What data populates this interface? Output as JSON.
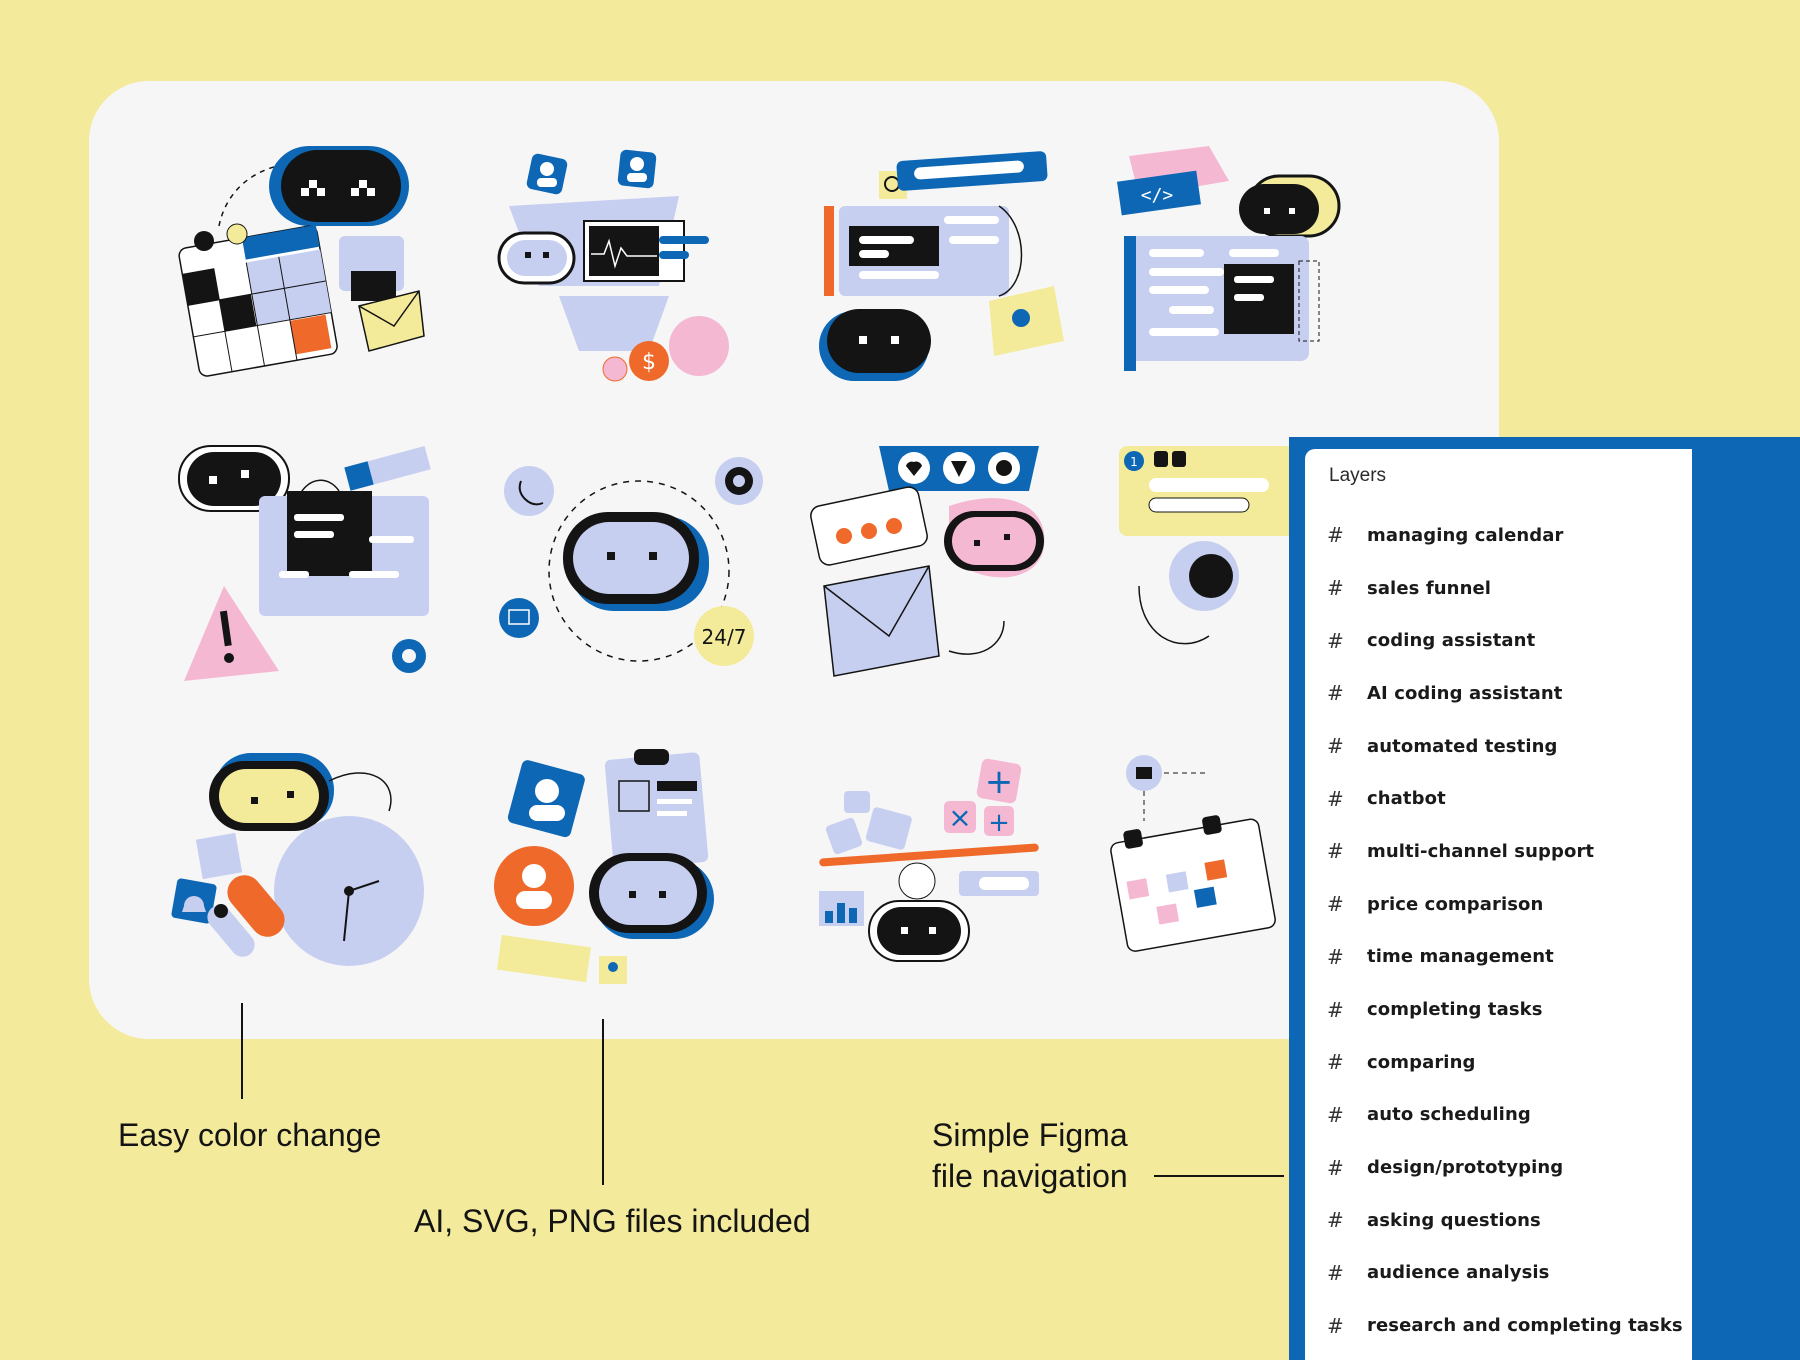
{
  "captions": {
    "easy_color": "Easy color change",
    "files": "AI, SVG, PNG files included",
    "figma_nav_1": "Simple Figma",
    "figma_nav_2": "file navigation"
  },
  "illustrations": {
    "support_badge": "24/7",
    "price_symbol": "$",
    "notification_count": "1"
  },
  "layers": {
    "title": "Layers",
    "items": [
      "managing calendar",
      "sales funnel",
      "coding assistant",
      "AI coding assistant",
      "automated testing",
      "chatbot",
      "multi-channel support",
      "price comparison",
      "time management",
      "completing tasks",
      "comparing",
      "auto scheduling",
      "design/prototyping",
      "asking questions",
      "audience analysis",
      "research and completing tasks"
    ]
  },
  "colors": {
    "background": "#f3ea9b",
    "card": "#f6f6f7",
    "accent_blue": "#0d67b5",
    "lavender": "#c7cff0",
    "pink": "#f5b8d2",
    "orange": "#ef6a2a",
    "yellow": "#f3eb9a",
    "black": "#141414"
  }
}
